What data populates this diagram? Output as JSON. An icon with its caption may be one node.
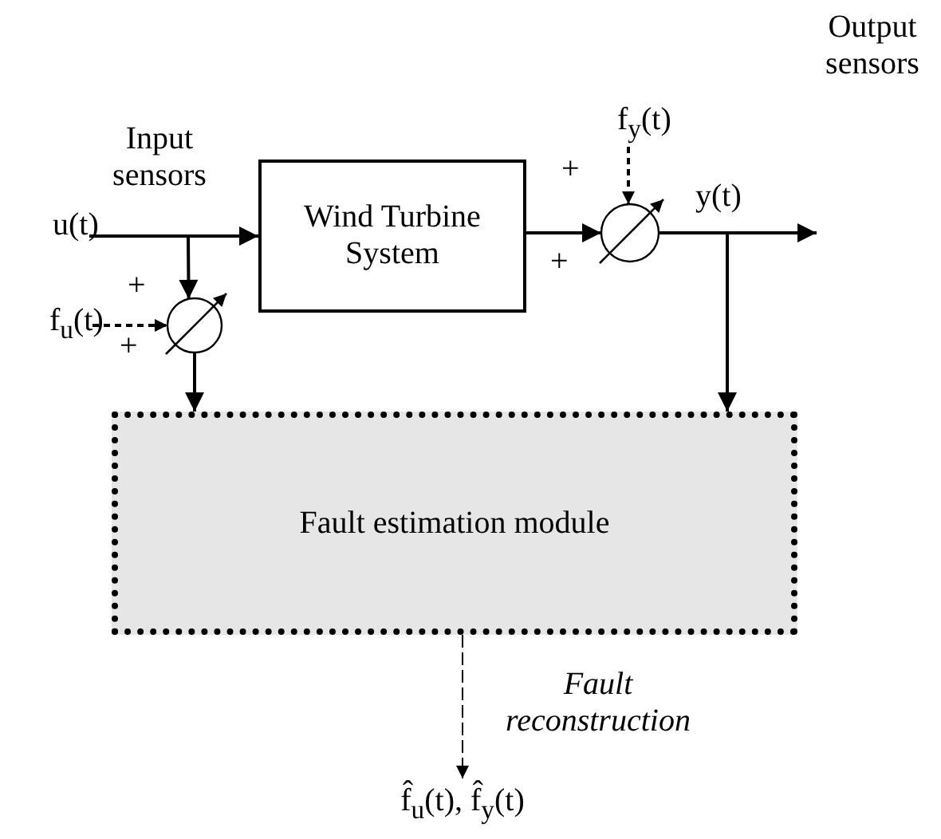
{
  "diagram": {
    "nodes": [
      {
        "text": [
          "u(t)"
        ]
      },
      {
        "text": [
          "Wind Turbine System"
        ]
      },
      {
        "text": [],
        "shape": "circle"
      },
      {
        "text": [
          "f$_{u}$(t)"
        ]
      },
      {
        "text": [],
        "shape": "circle"
      },
      {
        "text": [
          "f$_{y}$(t)"
        ]
      },
      {
        "text": [
          "Fault estimation module"
        ]
      },
      {
        "text": [
          "f̂$_{u}$(t), f̂$_{y}$(t)"
        ]
      }
    ],
    "edges": [
      {
        "from": 0,
        "to": 1,
        "arrow": "to"
      },
      {
        "from": 0,
        "to": 2,
        "arrow": "to"
      },
      {
        "from": 3,
        "to": 2,
        "arrow": "to",
        "style": "dashed"
      },
      {
        "from": 2,
        "to": 6,
        "arrow": "to"
      },
      {
        "from": 1,
        "to": 4,
        "arrow": "to"
      },
      {
        "from": 5,
        "to": 4,
        "arrow": "to",
        "style": "dashed"
      },
      {
        "from": 4,
        "to": null,
        "arrow": "to",
        "label": "y(t)"
      },
      {
        "from": 4,
        "to": 6,
        "arrow": "to"
      },
      {
        "from": 6,
        "to": 7,
        "arrow": "to",
        "style": "dashed",
        "label": "Fault reconstruction"
      }
    ],
    "labels": [
      "Output sensors",
      "Input sensors",
      "+",
      "+",
      "+",
      "+"
    ]
  }
}
